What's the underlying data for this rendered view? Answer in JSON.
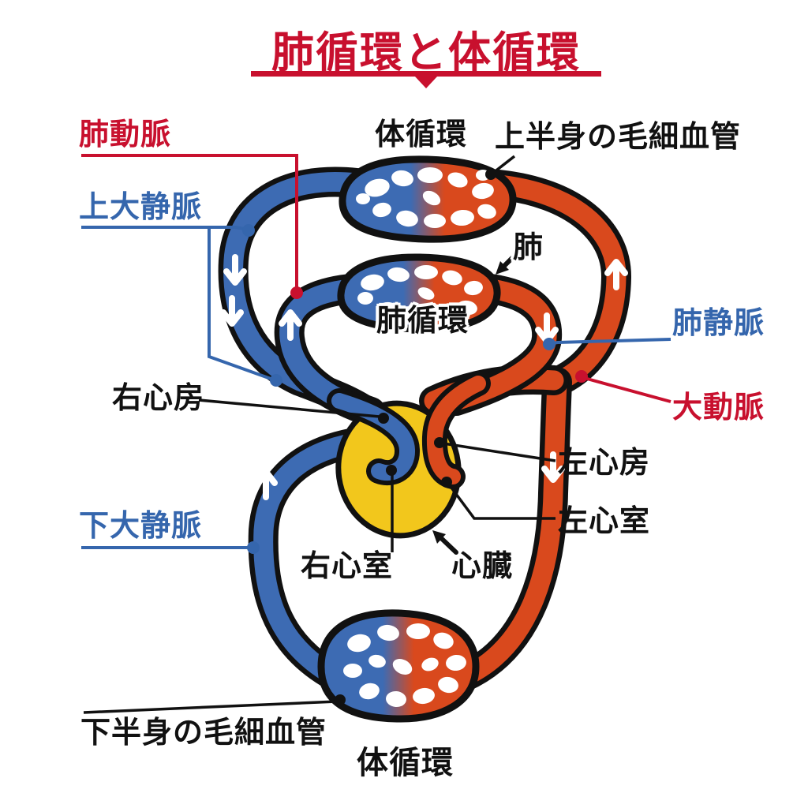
{
  "title": "肺循環と体循環",
  "labels": {
    "pulmonary_artery": "肺動脈",
    "superior_vena_cava": "上大静脈",
    "systemic_circulation_top": "体循環",
    "upper_body_capillaries": "上半身の毛細血管",
    "lung": "肺",
    "pulmonary_circulation": "肺循環",
    "pulmonary_vein": "肺静脈",
    "aorta": "大動脈",
    "right_atrium": "右心房",
    "left_atrium": "左心房",
    "left_ventricle": "左心室",
    "inferior_vena_cava": "下大静脈",
    "right_ventricle": "右心室",
    "heart": "心臓",
    "lower_body_capillaries": "下半身の毛細血管",
    "systemic_circulation_bottom": "体循環"
  },
  "colors": {
    "title_red": "#c8102e",
    "label_blue": "#3566ad",
    "label_black": "#111111",
    "vessel_blue": "#3d6bb3",
    "vessel_red": "#d9491d",
    "heart_yellow": "#f2c71c",
    "background": "#ffffff"
  }
}
